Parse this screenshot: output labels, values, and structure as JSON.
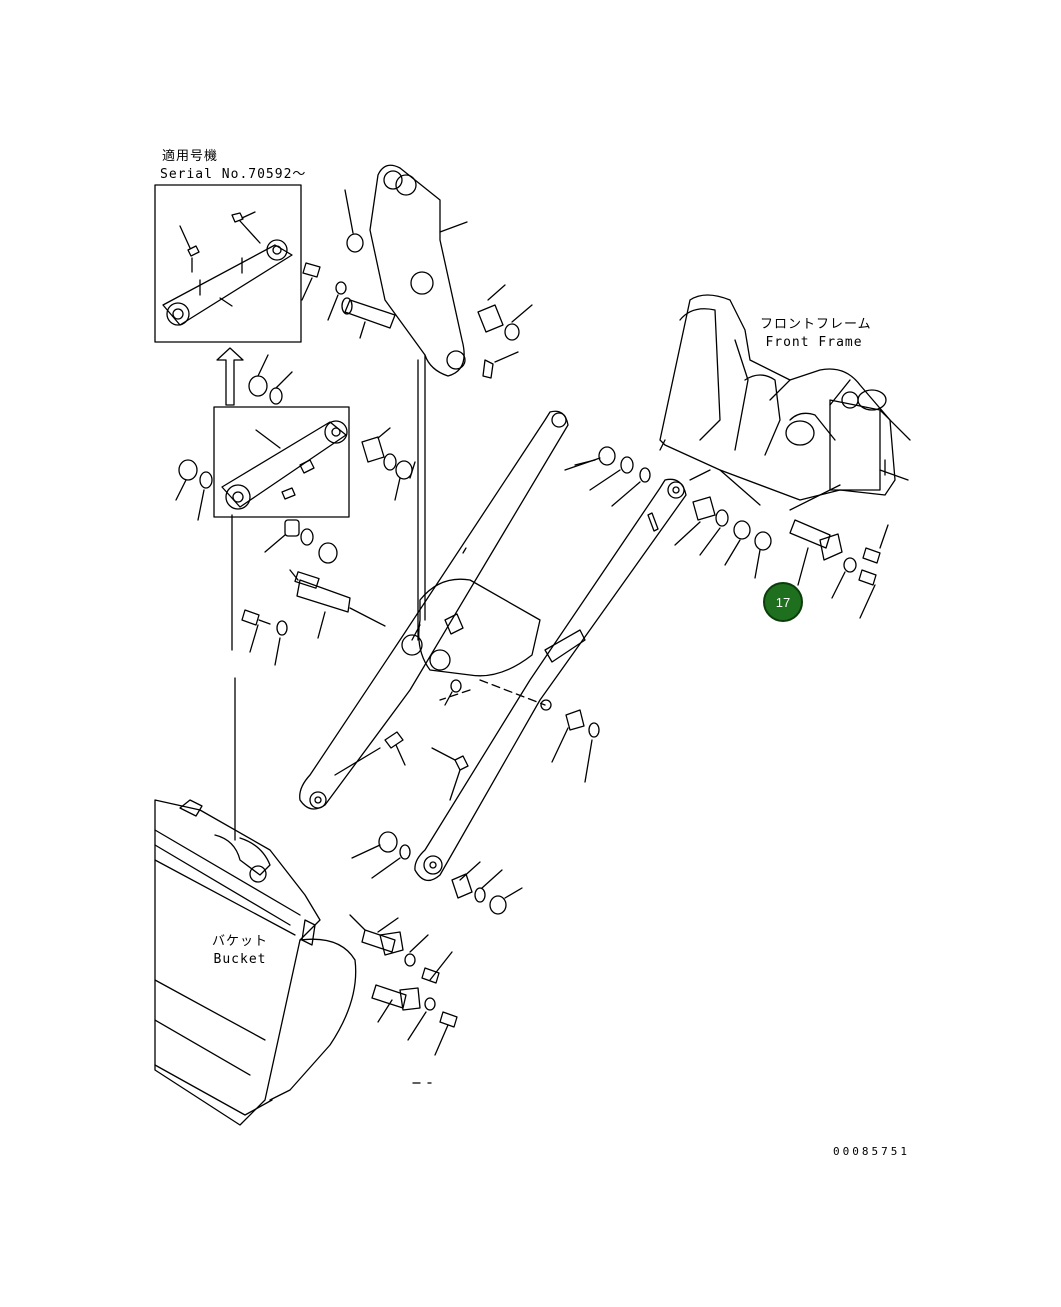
{
  "inset": {
    "title_jp": "適用号機",
    "title_en": "Serial No.70592～"
  },
  "labels": {
    "front_frame_jp": "フロントフレーム",
    "front_frame_en": "Front Frame",
    "bucket_jp": "バケット",
    "bucket_en": "Bucket"
  },
  "callouts": [
    {
      "number": "17",
      "color": "#1e6f1e"
    }
  ],
  "drawing_number": "00085751"
}
